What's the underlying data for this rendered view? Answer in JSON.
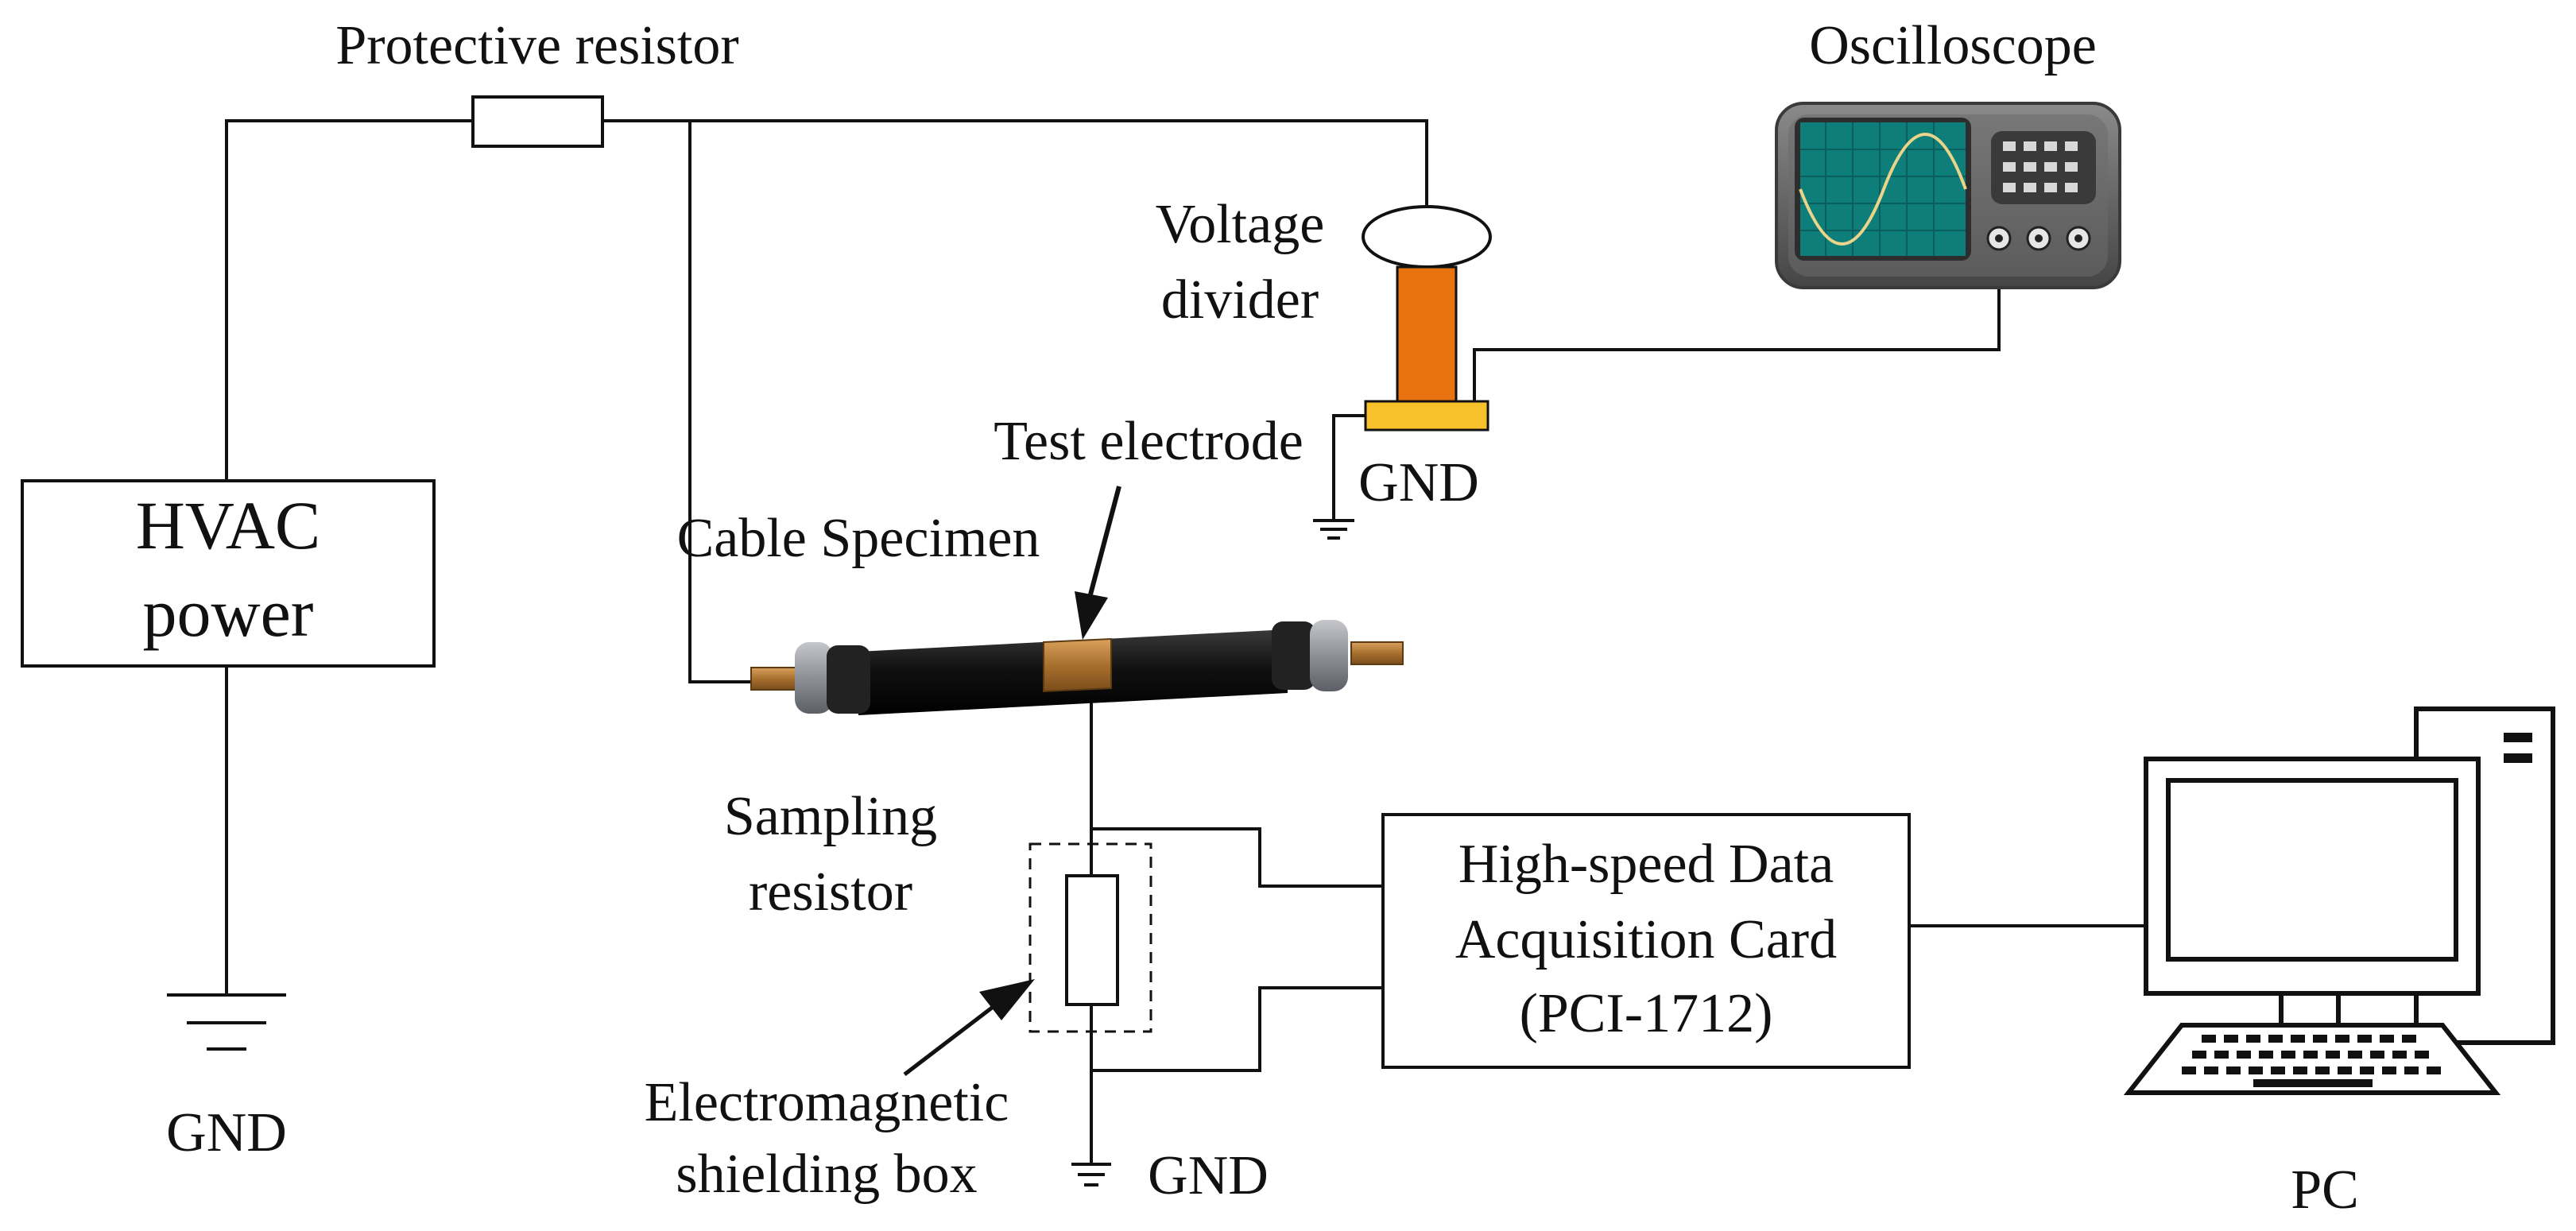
{
  "labels": {
    "protective_resistor": "Protective resistor",
    "oscilloscope": "Oscilloscope",
    "voltage_divider_line1": "Voltage",
    "voltage_divider_line2": "divider",
    "gnd_divider": "GND",
    "test_electrode": "Test electrode",
    "cable_specimen": "Cable Specimen",
    "hvac_line1": "HVAC",
    "hvac_line2": "power",
    "gnd_hvac": "GND",
    "sampling_line1": "Sampling",
    "sampling_line2": "resistor",
    "daq_line1": "High-speed Data",
    "daq_line2": "Acquisition Card",
    "daq_line3": "(PCI-1712)",
    "shield_line1": "Electromagnetic",
    "shield_line2": "shielding box",
    "gnd_sampling": "GND",
    "pc": "PC"
  },
  "colors": {
    "line": "#111111",
    "divider_column": "#E8730E",
    "divider_base": "#F6C12A",
    "cable_body": "#1C1C1C",
    "cable_electrode": "#A8702E",
    "cable_conductor": "#C8843C",
    "cable_end_cap": "#8E9097",
    "scope_body": "#555555",
    "scope_screen": "#0E7E7A",
    "scope_trace": "#E9D48A"
  },
  "icons": {
    "oscilloscope": "oscilloscope-icon",
    "pc": "desktop-pc-icon",
    "ground": "ground-icon"
  }
}
